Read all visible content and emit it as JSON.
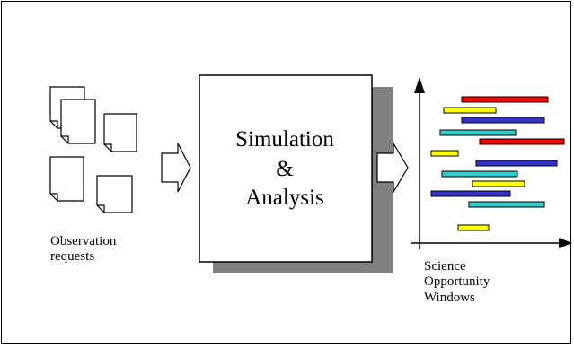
{
  "process_box": {
    "line1": "Simulation",
    "line2": "&",
    "line3": "Analysis"
  },
  "input_label": "Observation\nrequests",
  "output_label": "Science\nOpportunity\nWindows",
  "colors": {
    "red": "#ff0000",
    "yellow": "#ffff00",
    "blue": "#3333cc",
    "cyan": "#33cccc",
    "shadow": "#808080"
  },
  "windows": [
    {
      "color": "red"
    },
    {
      "color": "yellow"
    },
    {
      "color": "blue"
    },
    {
      "color": "cyan"
    },
    {
      "color": "red"
    },
    {
      "color": "yellow"
    },
    {
      "color": "blue"
    },
    {
      "color": "cyan"
    },
    {
      "color": "yellow"
    },
    {
      "color": "blue"
    },
    {
      "color": "cyan"
    },
    {
      "color": "yellow"
    }
  ]
}
